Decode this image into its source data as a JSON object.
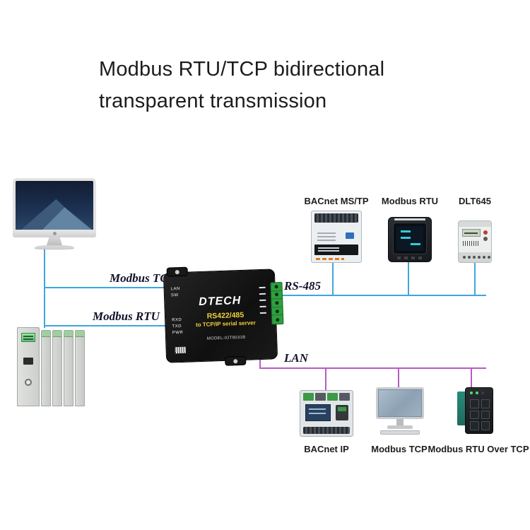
{
  "title": {
    "line1": "Modbus RTU/TCP bidirectional",
    "line2": "transparent transmission"
  },
  "labels": {
    "modbus_tcp": "Modbus TCP",
    "modbus_rtu": "Modbus RTU",
    "rs485": "RS-485",
    "lan": "LAN"
  },
  "gateway": {
    "brand": "DTECH",
    "product_line1": "RS422/485",
    "product_line2": "to TCP/IP serial server",
    "model": "MODEL:IOT9031B",
    "led_group1": [
      "LAN",
      "SW"
    ],
    "led_group2": [
      "RXD",
      "TXD",
      "PWR"
    ]
  },
  "top_devices": [
    {
      "label": "BACnet MS/TP"
    },
    {
      "label": "Modbus RTU"
    },
    {
      "label": "DLT645"
    }
  ],
  "bottom_devices": [
    {
      "label": "BACnet IP"
    },
    {
      "label": "Modbus TCP"
    },
    {
      "label": "Modbus RTU Over TCP"
    }
  ],
  "colors": {
    "serial_line": "#3ea6e0",
    "lan_line": "#b55cc5",
    "gateway_accent": "#f2cf3a",
    "terminal_block": "#2f9e3f"
  }
}
